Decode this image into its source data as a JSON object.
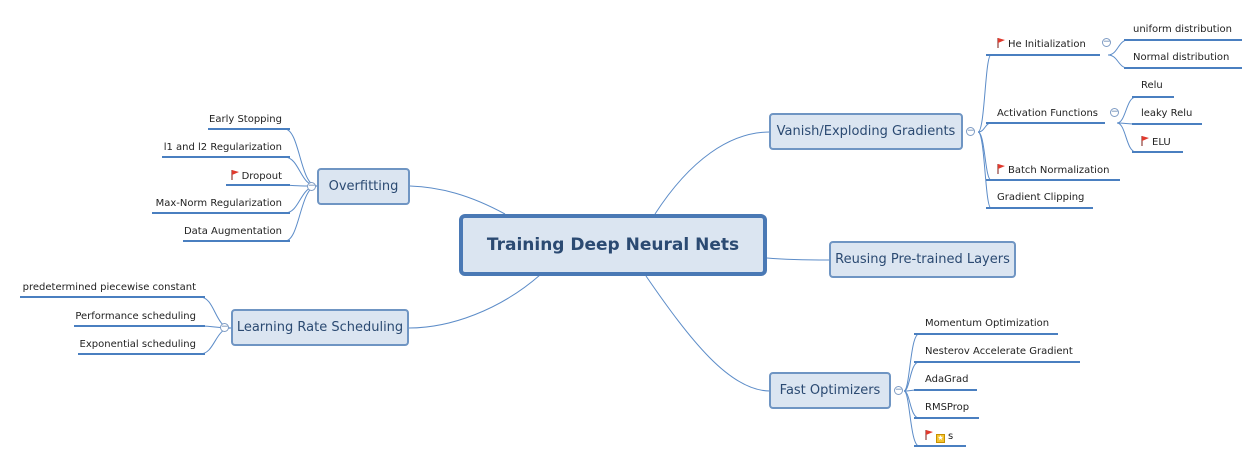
{
  "central": "Training Deep Neural Nets",
  "overfitting": {
    "label": "Overfitting",
    "items": [
      "Early Stopping",
      "l1 and l2 Regularization",
      "Dropout",
      "Max-Norm Regularization",
      "Data Augmentation"
    ]
  },
  "lr": {
    "label": "Learning Rate Scheduling",
    "items": [
      "predetermined piecewise constant",
      "Performance scheduling",
      "Exponential scheduling"
    ]
  },
  "vanish": {
    "label": "Vanish/Exploding Gradients",
    "he": "He Initialization",
    "he_items": [
      "uniform distribution",
      "Normal distribution"
    ],
    "act": "Activation Functions",
    "act_items": [
      "Relu",
      "leaky Relu",
      "ELU"
    ],
    "batch": "Batch Normalization",
    "clip": "Gradient Clipping"
  },
  "reuse": {
    "label": "Reusing Pre-trained Layers"
  },
  "fast": {
    "label": "Fast Optimizers",
    "items": [
      "Momentum Optimization",
      "Nesterov Accelerate Gradient",
      "AdaGrad",
      "RMSProp",
      "s"
    ]
  },
  "icons": {
    "flag": "red-flag-icon",
    "star": "star-icon",
    "collapse": "collapse-icon"
  },
  "colors": {
    "node_fill": "#dbe5f1",
    "node_border": "#6f95c3",
    "line": "#4a7fc0",
    "flag": "#e03a2e"
  }
}
